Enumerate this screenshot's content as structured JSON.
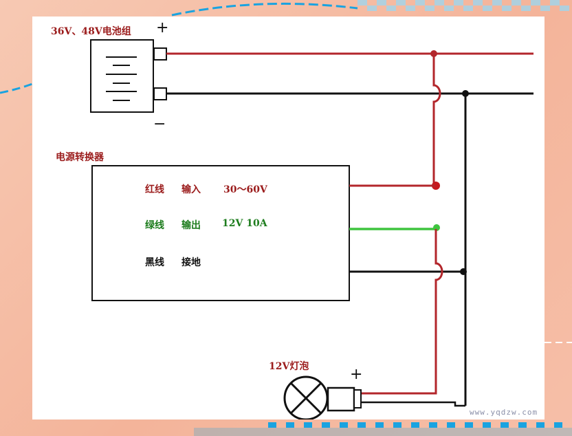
{
  "battery": {
    "label": "36V、48V电池组",
    "plus": "+",
    "minus": "−"
  },
  "converter": {
    "label": "电源转换器",
    "rows": [
      {
        "wire": "红线",
        "role": "输入",
        "value": "30～60V"
      },
      {
        "wire": "绿线",
        "role": "输出",
        "value": "12V 10A"
      },
      {
        "wire": "黑线",
        "role": "接地",
        "value": ""
      }
    ]
  },
  "bulb": {
    "label": "12V灯泡",
    "plus": "+"
  },
  "watermark": "www.yqdzw.com",
  "colors": {
    "red_wire": "#b3262b",
    "green_wire": "#3fc43f",
    "black_wire": "#111111",
    "red_text": "#9b1c1c",
    "green_text": "#1e7d1e"
  }
}
